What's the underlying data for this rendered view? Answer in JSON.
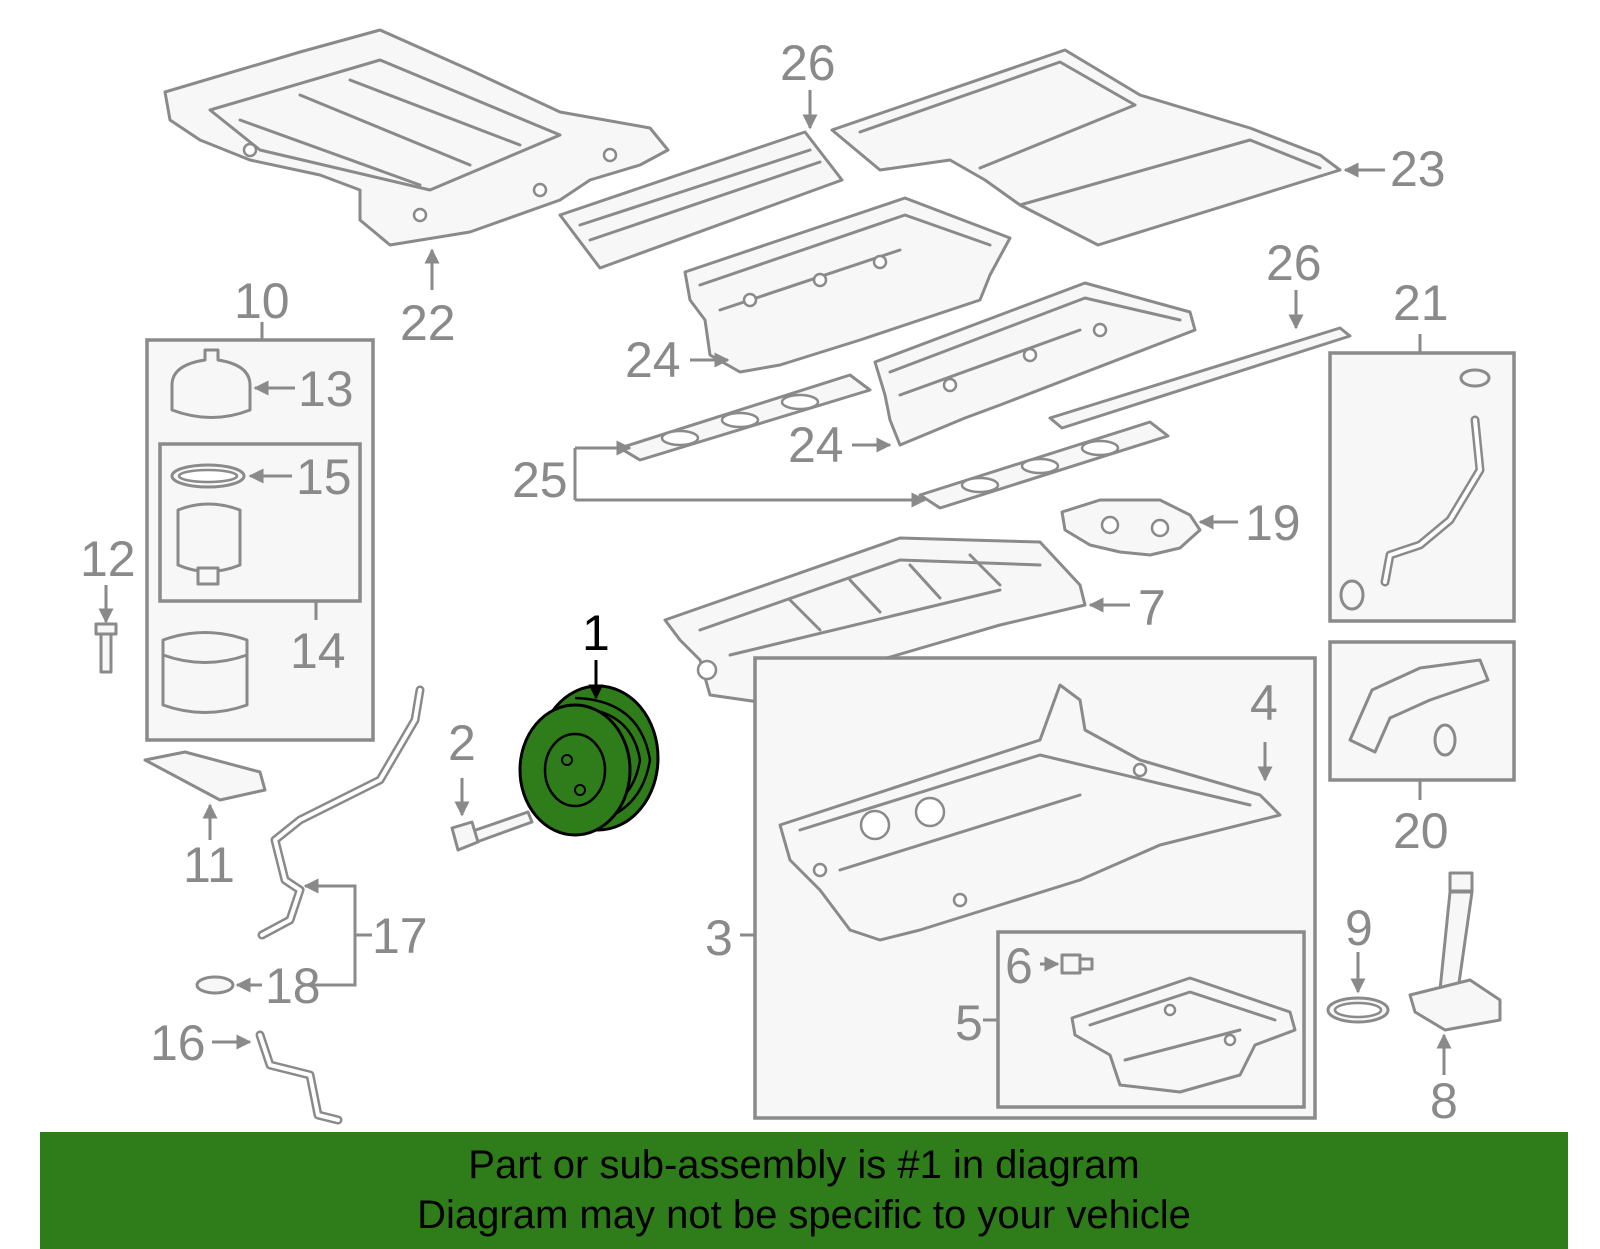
{
  "callouts": {
    "n1": "1",
    "n2": "2",
    "n3": "3",
    "n4": "4",
    "n5": "5",
    "n6": "6",
    "n7": "7",
    "n8": "8",
    "n9": "9",
    "n10": "10",
    "n11": "11",
    "n12": "12",
    "n13": "13",
    "n14": "14",
    "n15": "15",
    "n16": "16",
    "n17": "17",
    "n18": "18",
    "n19": "19",
    "n20": "20",
    "n21": "21",
    "n22": "22",
    "n23": "23",
    "n24a": "24",
    "n24b": "24",
    "n25": "25",
    "n26a": "26",
    "n26b": "26"
  },
  "highlight_part": "1",
  "colors": {
    "line_gray": "#8a8a8a",
    "highlight_green": "#2e7d1a",
    "banner_green": "#2e7d1a",
    "text_black": "#000000"
  },
  "banner": {
    "line1": "Part or sub-assembly is #1 in diagram",
    "line2": "Diagram may not be specific to your vehicle"
  }
}
